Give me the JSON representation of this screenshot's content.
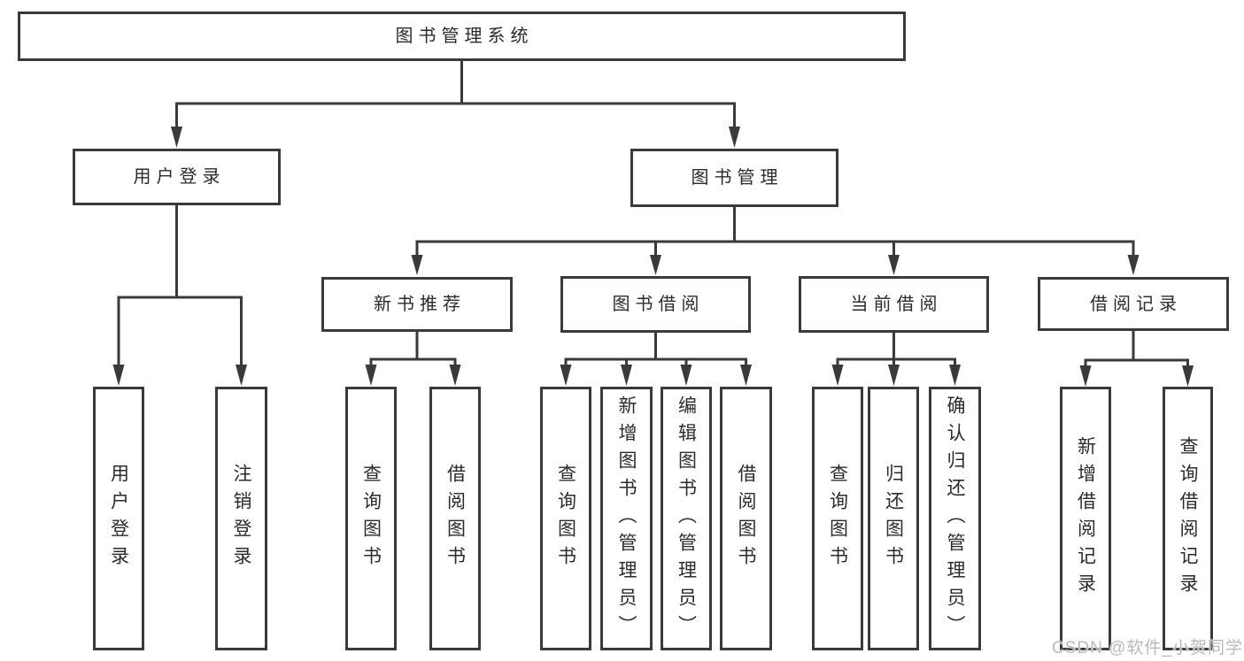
{
  "diagram": {
    "type": "tree",
    "nodes": {
      "root": "图书管理系统",
      "user_login": "用户登录",
      "book_mgmt": "图书管理",
      "new_book": "新书推荐",
      "book_borrow": "图书借阅",
      "current_borrow": "当前借阅",
      "borrow_record": "借阅记录"
    },
    "leaves": [
      {
        "parent": "用户登录",
        "label": "用户登录"
      },
      {
        "parent": "用户登录",
        "label": "注销登录"
      },
      {
        "parent": "新书推荐",
        "label": "查询图书"
      },
      {
        "parent": "新书推荐",
        "label": "借阅图书"
      },
      {
        "parent": "图书借阅",
        "label": "查询图书"
      },
      {
        "parent": "图书借阅",
        "label": "新增图书（管理员）"
      },
      {
        "parent": "图书借阅",
        "label": "编辑图书（管理员）"
      },
      {
        "parent": "图书借阅",
        "label": "借阅图书"
      },
      {
        "parent": "当前借阅",
        "label": "查询图书"
      },
      {
        "parent": "当前借阅",
        "label": "归还图书"
      },
      {
        "parent": "当前借阅",
        "label": "确认归还（管理员）"
      },
      {
        "parent": "借阅记录",
        "label": "新增借阅记录"
      },
      {
        "parent": "借阅记录",
        "label": "查询借阅记录"
      }
    ],
    "hierarchy": {
      "图书管理系统": [
        "用户登录",
        "图书管理"
      ],
      "用户登录": [
        "用户登录",
        "注销登录"
      ],
      "图书管理": [
        "新书推荐",
        "图书借阅",
        "当前借阅",
        "借阅记录"
      ],
      "新书推荐": [
        "查询图书",
        "借阅图书"
      ],
      "图书借阅": [
        "查询图书",
        "新增图书（管理员）",
        "编辑图书（管理员）",
        "借阅图书"
      ],
      "当前借阅": [
        "查询图书",
        "归还图书",
        "确认归还（管理员）"
      ],
      "借阅记录": [
        "新增借阅记录",
        "查询借阅记录"
      ]
    }
  },
  "watermark": {
    "text": "CSDN @软件_小贺同学",
    "color": "#b9b9b9"
  },
  "colors": {
    "line": "#3a3a3a",
    "text": "#2b2b2b",
    "background": "#ffffff",
    "box_fill": "#ffffff"
  }
}
